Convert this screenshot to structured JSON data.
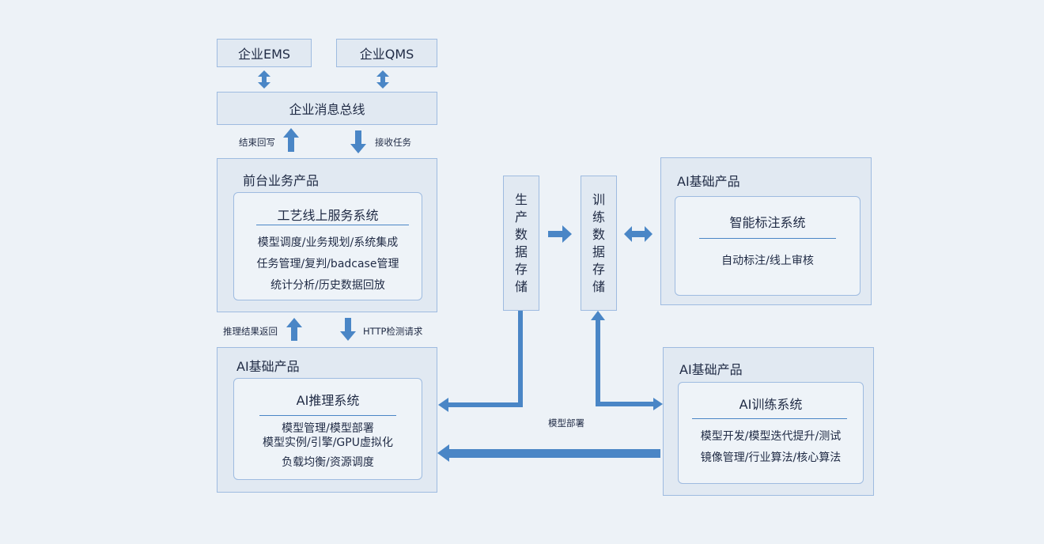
{
  "enterprise": {
    "ems": "企业EMS",
    "qms": "企业QMS",
    "bus": "企业消息总线",
    "label_write_back": "结束回写",
    "label_receive_task": "接收任务"
  },
  "frontend": {
    "title": "前台业务产品",
    "system_title": "工艺线上服务系统",
    "lines": [
      "模型调度/业务规划/系统集成",
      "任务管理/复判/badcase管理",
      "统计分析/历史数据回放"
    ]
  },
  "mid_labels": {
    "inference_return": "推理结果返回",
    "http_request": "HTTP检测请求"
  },
  "inference": {
    "title": "AI基础产品",
    "system_title": "AI推理系统",
    "lines": [
      "模型管理/模型部署",
      "模型实例/引擎/GPU虚拟化",
      "负载均衡/资源调度"
    ]
  },
  "storage": {
    "production": [
      "生",
      "产",
      "数",
      "据",
      "存",
      "储"
    ],
    "training": [
      "训",
      "练",
      "数",
      "据",
      "存",
      "储"
    ]
  },
  "annotation": {
    "title": "AI基础产品",
    "system_title": "智能标注系统",
    "lines": [
      "自动标注/线上审核"
    ]
  },
  "training": {
    "title": "AI基础产品",
    "system_title": "AI训练系统",
    "lines": [
      "模型开发/模型迭代提升/测试",
      "镜像管理/行业算法/核心算法"
    ]
  },
  "deploy_label": "模型部署",
  "colors": {
    "background": "#edf2f7",
    "box_fill": "#e1e9f2",
    "border": "#9ebbe0",
    "arrow": "#4a86c6"
  }
}
